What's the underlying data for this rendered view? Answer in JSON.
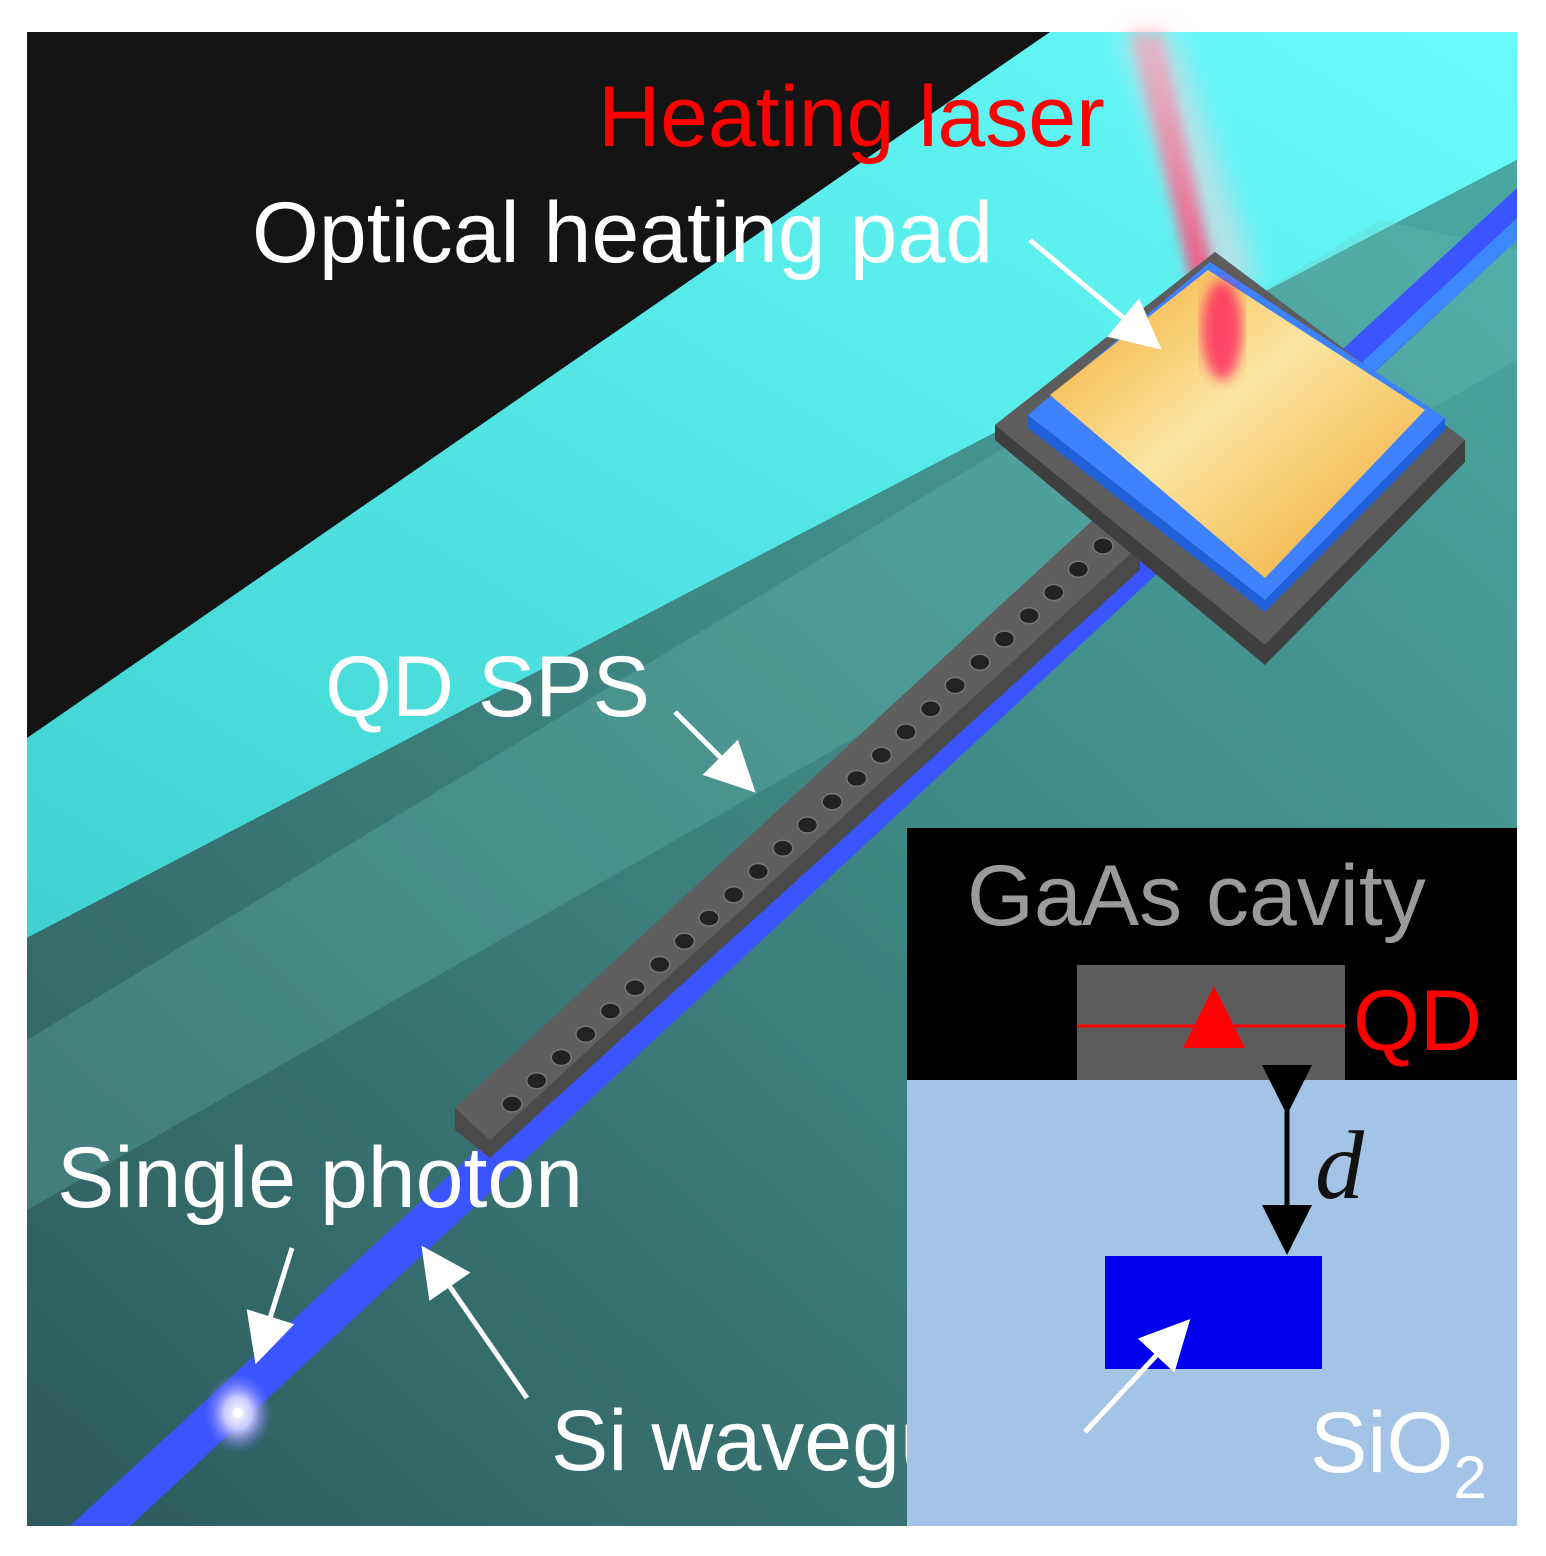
{
  "labels": {
    "heating_laser": "Heating laser",
    "optical_heating_pad": "Optical heating pad",
    "qd_sps": "QD SPS",
    "single_photon": "Single photon",
    "si_waveguide": "Si waveguide",
    "gaas_cavity": "GaAs cavity",
    "qd": "QD",
    "d": "d",
    "sio2": "SiO",
    "sio2_subscript": "2"
  },
  "colors": {
    "background_dark": "#141414",
    "substrate_teal": "#3f8c8a",
    "top_band_cyan": "#4fe6e6",
    "si_waveguide_blue": "#3355ff",
    "gaas_grey": "#5a5a5a",
    "pad_gold": "#f3b43a",
    "laser_red": "#ff2255",
    "inset_sio2": "#a3c4e6",
    "inset_waveguide": "#0000ee",
    "qd_red": "#ff0000"
  },
  "icons": {
    "photon": "glowing-photon-icon",
    "qd": "triangle-qd-icon",
    "arrow": "white-arrow"
  }
}
